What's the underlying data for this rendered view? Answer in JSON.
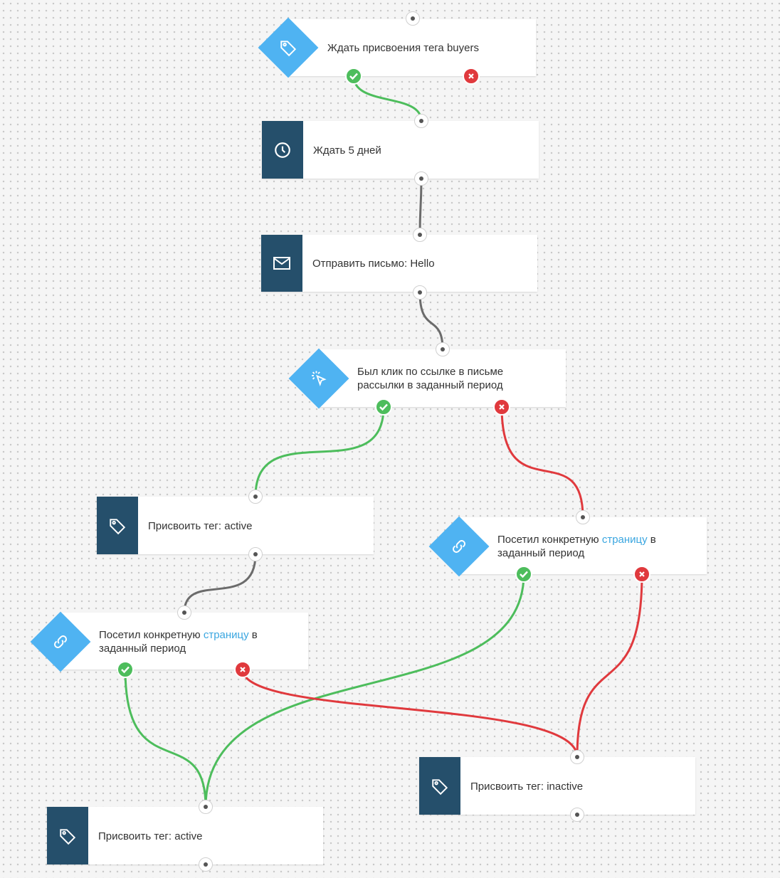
{
  "nodes": {
    "wait_tag": {
      "label": "Ждать присвоения тега buyers"
    },
    "wait_days": {
      "label": "Ждать 5 дней"
    },
    "send_mail": {
      "label": "Отправить письмо: Hello"
    },
    "link_click": {
      "label_line1": "Был клик по ссылке в письме",
      "label_line2": "рассылки в заданный период"
    },
    "set_active_1": {
      "label": "Присвоить тег: active"
    },
    "visit_page_right": {
      "label_pre": "Посетил конкретную ",
      "label_link": "страницу",
      "label_post": " в",
      "label_line2": "заданный период"
    },
    "visit_page_left": {
      "label_pre": "Посетил конкретную ",
      "label_link": "страницу",
      "label_post": " в",
      "label_line2": "заданный период"
    },
    "set_inactive": {
      "label": "Присвоить тег: inactive"
    },
    "set_active_2": {
      "label": "Присвоить тег: active"
    }
  },
  "icons": {
    "tag": "tag-icon",
    "clock": "clock-icon",
    "mail": "envelope-icon",
    "click": "cursor-click-icon",
    "link": "chain-link-icon",
    "yes": "check-icon",
    "no": "cross-icon"
  },
  "colors": {
    "dark_block": "#254f6b",
    "condition": "#4fb3f2",
    "yes": "#4dbd5c",
    "no": "#e0393d",
    "wire": "#6b6b6b",
    "link_text": "#3aa6e0"
  }
}
